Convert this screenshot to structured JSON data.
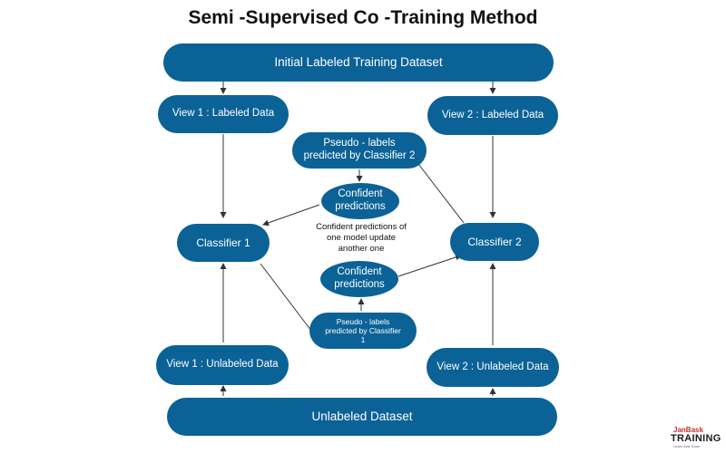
{
  "title": "Semi -Supervised Co -Training Method",
  "nodes": {
    "initial": "Initial Labeled Training Dataset",
    "view1_labeled": "View 1 : Labeled Data",
    "view2_labeled": "View 2 : Labeled Data",
    "pseudo2": "Pseudo - labels predicted by Classifier 2",
    "confident_top": "Confident predictions",
    "classifier1": "Classifier 1",
    "classifier2": "Classifier 2",
    "confident_bottom": "Confident predictions",
    "pseudo1": "Pseudo - labels predicted by Classifier 1",
    "view1_unlabeled": "View 1 : Unlabeled Data",
    "view2_unlabeled": "View 2 : Unlabeled Data",
    "unlabeled": "Unlabeled Dataset"
  },
  "note": "Confident predictions of one model update another one",
  "logo": {
    "top": "JanBask",
    "main": "TRAINING",
    "sub": "Learn And Grow"
  },
  "colors": {
    "node": "#0b6297",
    "edge": "#333333"
  }
}
